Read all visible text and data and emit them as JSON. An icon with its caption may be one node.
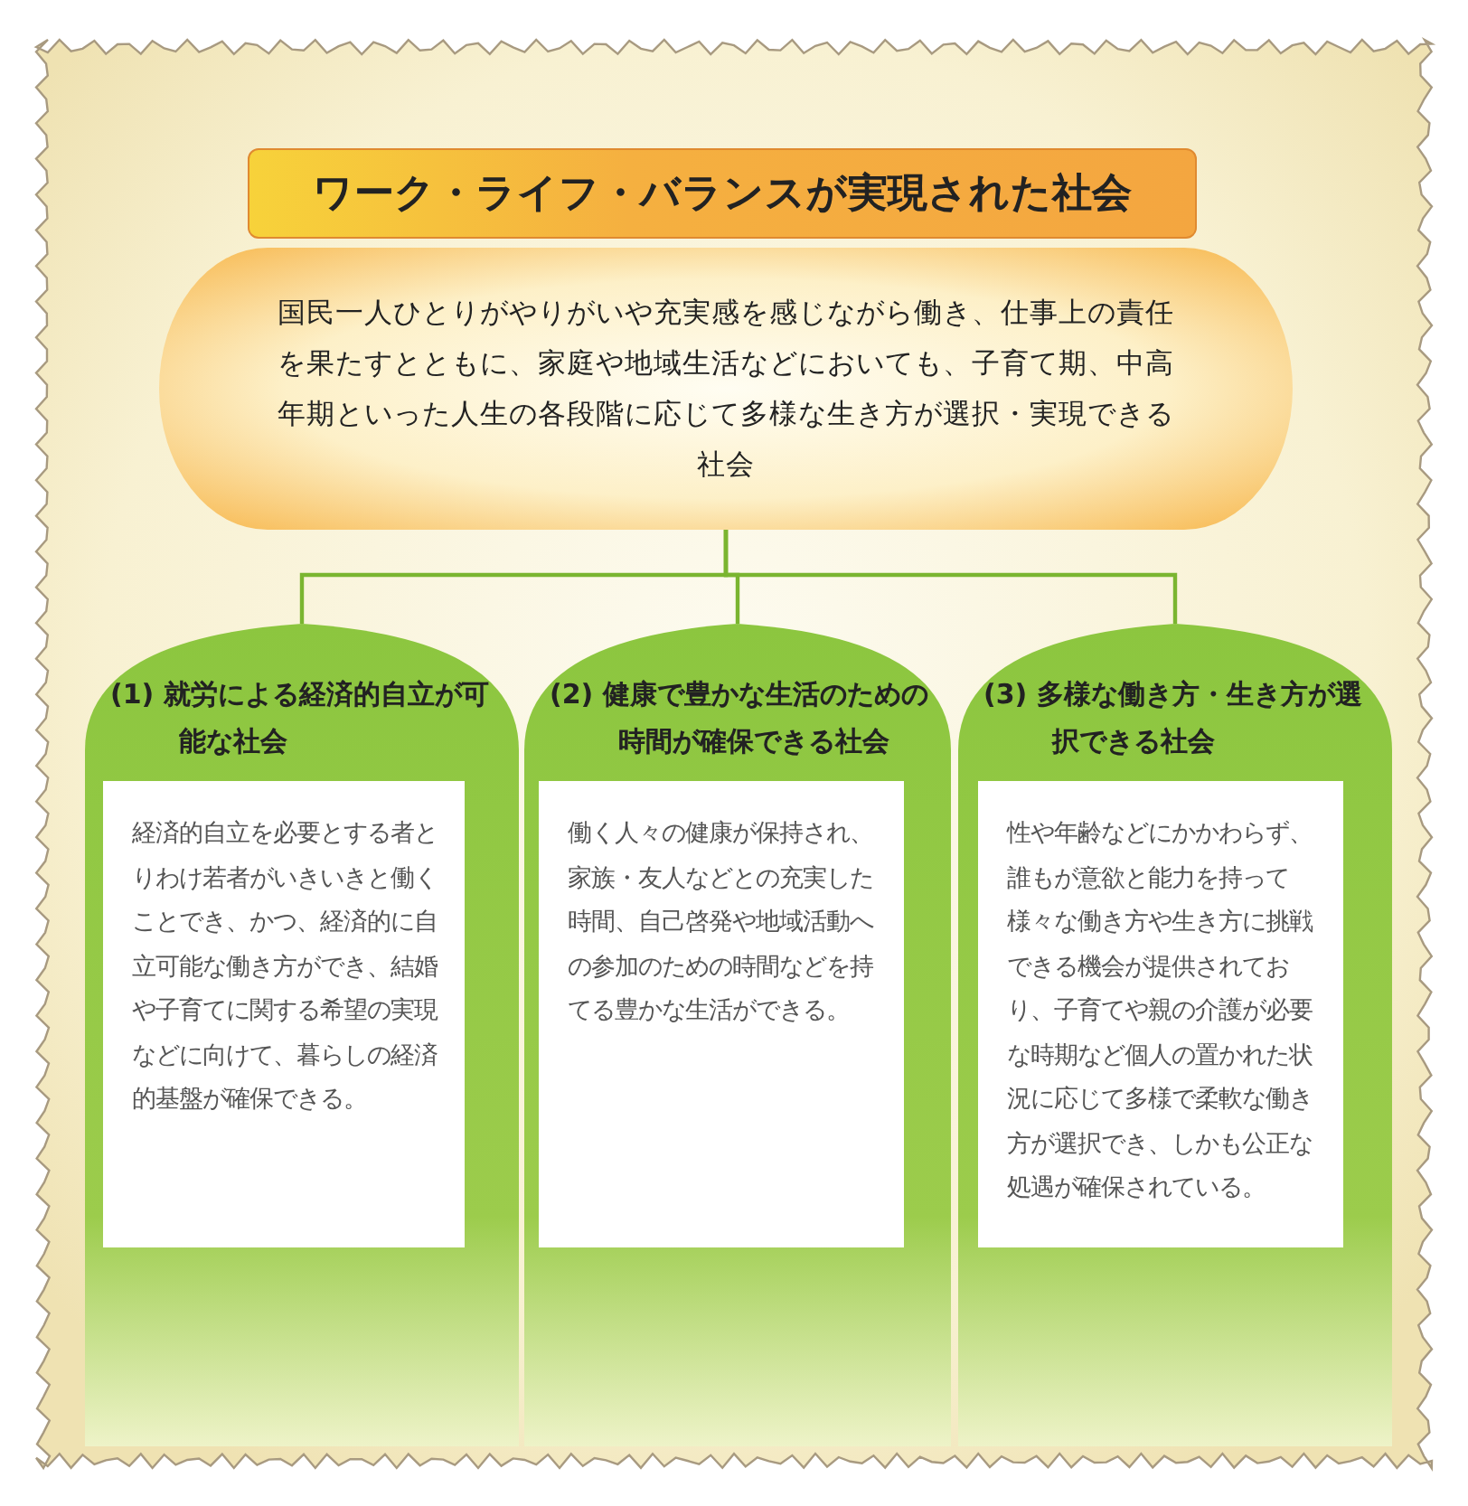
{
  "diagram": {
    "nodes": [
      {
        "text": [
          "ワーク・ライフ・バランスが実現された社会"
        ]
      },
      {
        "text": [
          "国民一人ひとりがやりがいや充実感を感じながら働き、仕事上の責任を果たすとともに、家庭や地域生活などにおいても、子育て期、中高年期といった人生の各段階に応じて多様な生き方が選択・実現できる社会"
        ]
      },
      {
        "text": [
          "(1) 就労による経済的自立が可能な社会"
        ]
      },
      {
        "text": [
          "(2) 健康で豊かな生活のための時間が確保できる社会"
        ]
      },
      {
        "text": [
          "(3) 多様な働き方・生き方が選択できる社会"
        ]
      },
      {
        "text": [
          "経済的自立を必要とする者とりわけ若者がいきいきと働くことでき、かつ、経済的に自立可能な働き方ができ、結婚や子育てに関する希望の実現などに向けて、暮らしの経済的基盤が確保できる。"
        ],
        "in": 2
      },
      {
        "text": [
          "働く人々の健康が保持され、家族・友人などとの充実した時間、自己啓発や地域活動への参加のための時間などを持てる豊かな生活ができる。"
        ],
        "in": 3
      },
      {
        "text": [
          "性や年齢などにかかわらず、誰もが意欲と能力を持って様々な働き方や生き方に挑戦できる機会が提供されており、子育てや親の介護が必要な時期など個人の置かれた状況に応じて多様で柔軟な働き方が選択でき、しかも公正な処遇が確保されている。"
        ],
        "in": 4
      }
    ],
    "edges": [
      {
        "from": 1,
        "to": 2,
        "arrow": "none"
      },
      {
        "from": 1,
        "to": 3,
        "arrow": "none"
      },
      {
        "from": 1,
        "to": 4,
        "arrow": "none"
      }
    ]
  }
}
